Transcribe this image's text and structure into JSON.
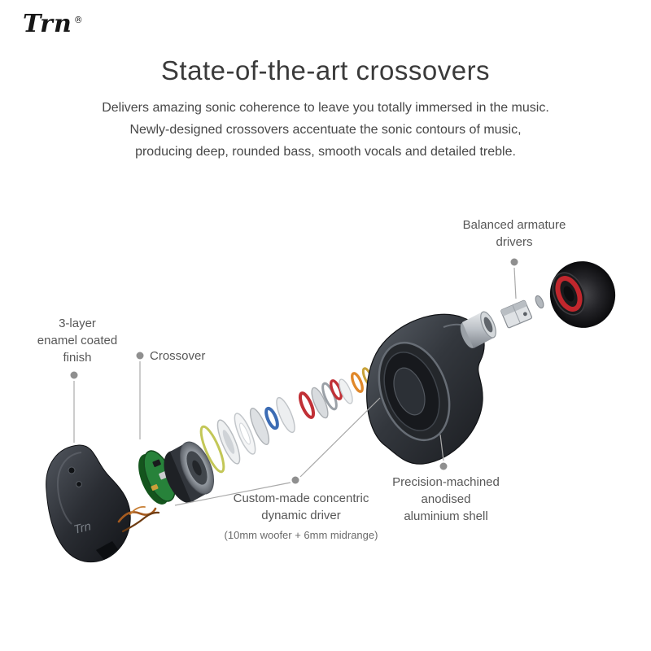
{
  "brand": {
    "name": "Trn",
    "registered": "®"
  },
  "header": {
    "title": "State-of-the-art crossovers",
    "description": [
      "Delivers amazing sonic coherence to leave you totally immersed in the music.",
      "Newly-designed crossovers accentuate the sonic contours of music,",
      "producing deep, rounded bass, smooth vocals and detailed treble."
    ]
  },
  "callouts": {
    "balanced_armature": {
      "lines": [
        "Balanced armature",
        "drivers"
      ]
    },
    "enamel_finish": {
      "lines": [
        "3-layer",
        "enamel coated",
        "finish"
      ]
    },
    "crossover": {
      "label": "Crossover"
    },
    "dynamic_driver": {
      "lines": [
        "Custom-made concentric",
        "dynamic driver"
      ],
      "sub": "(10mm woofer + 6mm midrange)"
    },
    "shell": {
      "lines": [
        "Precision-machined",
        "anodised",
        "aluminium shell"
      ]
    }
  },
  "diagram": {
    "parts": [
      "faceplate",
      "wires",
      "crossover-pcb",
      "dynamic-driver",
      "tuning-rings",
      "aluminium-shell",
      "nozzle",
      "balanced-armature-driver",
      "ear-tip"
    ]
  },
  "colors": {
    "accent_red": "#c1272d",
    "pcb_green": "#27823a",
    "text_dark": "#3a3a3a",
    "label_gray": "#575757",
    "leader_gray": "#a9a9a9"
  }
}
